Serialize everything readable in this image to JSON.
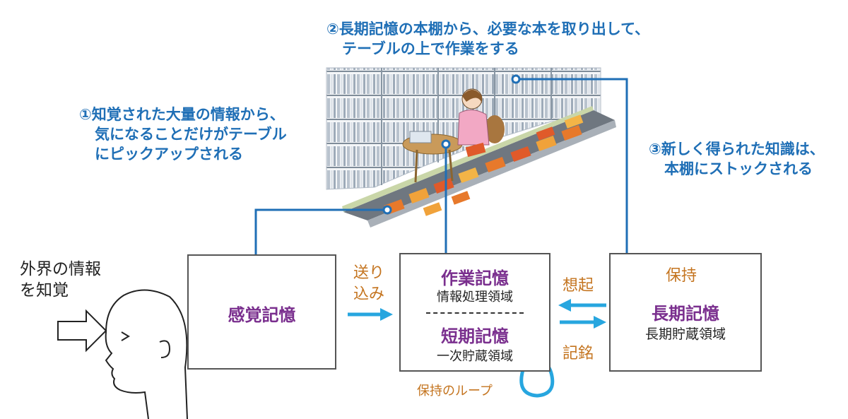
{
  "annotations": {
    "note1": [
      "①知覚された大量の情報から、",
      "気になることだけがテーブル",
      "にピックアップされる"
    ],
    "note2": [
      "②長期記憶の本棚から、必要な本を取り出して、",
      "テーブルの上で作業をする"
    ],
    "note3": [
      "③新しく得られた知識は、",
      "本棚にストックされる"
    ]
  },
  "perception": {
    "line1": "外界の情報",
    "line2": "を知覚"
  },
  "sensory": {
    "title": "感覚記憶"
  },
  "transfer": {
    "line1": "送り",
    "line2": "込み"
  },
  "working": {
    "title": "作業記憶",
    "subtitle": "情報処理領域",
    "short_title": "短期記憶",
    "short_subtitle": "一次貯蔵領域",
    "loop_label": "保持のループ"
  },
  "recall_label": "想起",
  "encode_label": "記銘",
  "longterm": {
    "retain": "保持",
    "title": "長期記憶",
    "subtitle": "長期貯蔵領域"
  },
  "colors": {
    "note_blue": "#1f6fb6",
    "connector_blue": "#1f6fb6",
    "arrow_cyan": "#27a6df",
    "title_purple": "#7a2f8e",
    "label_orange": "#c4741f"
  }
}
